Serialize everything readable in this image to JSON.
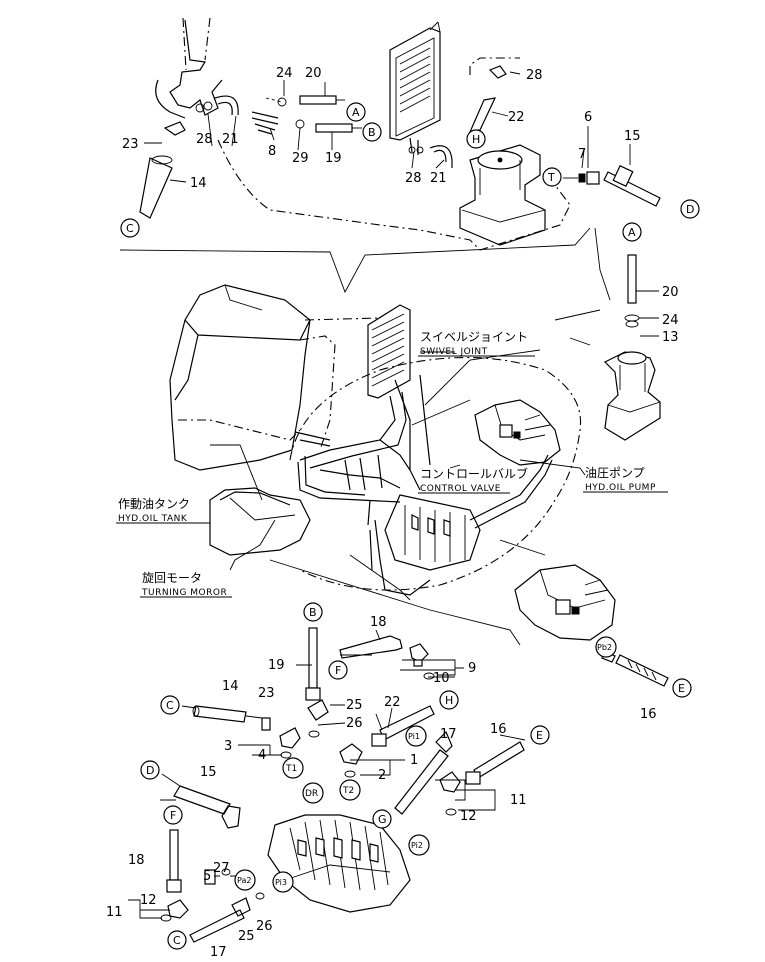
{
  "labels": {
    "swivel_jp": "スイベルジョイント",
    "swivel_en": "SWIVEL JOINT",
    "control_jp": "コントロールバルブ",
    "control_en": "CONTROL VALVE",
    "pump_jp": "油圧ポンプ",
    "pump_en": "HYD.OIL PUMP",
    "tank_jp": "作動油タンク",
    "tank_en": "HYD.OIL TANK",
    "motor_jp": "旋回モータ",
    "motor_en": "TURNING MOROR"
  },
  "callouts": [
    {
      "id": "c24a",
      "text": "24"
    },
    {
      "id": "c20a",
      "text": "20"
    },
    {
      "id": "c28a",
      "text": "28"
    },
    {
      "id": "c22a",
      "text": "22"
    },
    {
      "id": "c23a",
      "text": "23"
    },
    {
      "id": "c28b",
      "text": "28"
    },
    {
      "id": "c21a",
      "text": "21"
    },
    {
      "id": "c8",
      "text": "8"
    },
    {
      "id": "c29",
      "text": "29"
    },
    {
      "id": "c19a",
      "text": "19"
    },
    {
      "id": "c28c",
      "text": "28"
    },
    {
      "id": "c21b",
      "text": "21"
    },
    {
      "id": "c14a",
      "text": "14"
    },
    {
      "id": "c6",
      "text": "6"
    },
    {
      "id": "c7",
      "text": "7"
    },
    {
      "id": "c15a",
      "text": "15"
    },
    {
      "id": "c20b",
      "text": "20"
    },
    {
      "id": "c24b",
      "text": "24"
    },
    {
      "id": "c13",
      "text": "13"
    },
    {
      "id": "c18a",
      "text": "18"
    },
    {
      "id": "c19b",
      "text": "19"
    },
    {
      "id": "c9",
      "text": "9"
    },
    {
      "id": "c10",
      "text": "10"
    },
    {
      "id": "c16a",
      "text": "16"
    },
    {
      "id": "c14b",
      "text": "14"
    },
    {
      "id": "c23b",
      "text": "23"
    },
    {
      "id": "c25a",
      "text": "25"
    },
    {
      "id": "c26a",
      "text": "26"
    },
    {
      "id": "c22b",
      "text": "22"
    },
    {
      "id": "c3",
      "text": "3"
    },
    {
      "id": "c4",
      "text": "4"
    },
    {
      "id": "c17a",
      "text": "17"
    },
    {
      "id": "c16b",
      "text": "16"
    },
    {
      "id": "c15b",
      "text": "15"
    },
    {
      "id": "c1",
      "text": "1"
    },
    {
      "id": "c2",
      "text": "2"
    },
    {
      "id": "c11a",
      "text": "11"
    },
    {
      "id": "c12a",
      "text": "12"
    },
    {
      "id": "c18b",
      "text": "18"
    },
    {
      "id": "c5",
      "text": "5"
    },
    {
      "id": "c27",
      "text": "27"
    },
    {
      "id": "c11b",
      "text": "11"
    },
    {
      "id": "c12b",
      "text": "12"
    },
    {
      "id": "c25b",
      "text": "25"
    },
    {
      "id": "c26b",
      "text": "26"
    },
    {
      "id": "c17b",
      "text": "17"
    }
  ],
  "connectors": [
    {
      "id": "A1",
      "text": "A"
    },
    {
      "id": "B1",
      "text": "B"
    },
    {
      "id": "H1",
      "text": "H"
    },
    {
      "id": "T1",
      "text": "T"
    },
    {
      "id": "C1",
      "text": "C"
    },
    {
      "id": "D1",
      "text": "D"
    },
    {
      "id": "A2",
      "text": "A"
    },
    {
      "id": "B2",
      "text": "B"
    },
    {
      "id": "F1",
      "text": "F"
    },
    {
      "id": "C2",
      "text": "C"
    },
    {
      "id": "H2",
      "text": "H"
    },
    {
      "id": "E1",
      "text": "E"
    },
    {
      "id": "D2",
      "text": "D"
    },
    {
      "id": "G1",
      "text": "G"
    },
    {
      "id": "F2",
      "text": "F"
    },
    {
      "id": "C3",
      "text": "C"
    },
    {
      "id": "E2",
      "text": "E"
    }
  ],
  "ports": [
    {
      "id": "Pb2",
      "text": "Pb2"
    },
    {
      "id": "Pi1",
      "text": "Pi1"
    },
    {
      "id": "T1p",
      "text": "T1"
    },
    {
      "id": "DR",
      "text": "DR"
    },
    {
      "id": "T2",
      "text": "T2"
    },
    {
      "id": "Pi2",
      "text": "Pi2"
    },
    {
      "id": "Pa2",
      "text": "Pa2"
    },
    {
      "id": "Pi3",
      "text": "Pi3"
    }
  ]
}
